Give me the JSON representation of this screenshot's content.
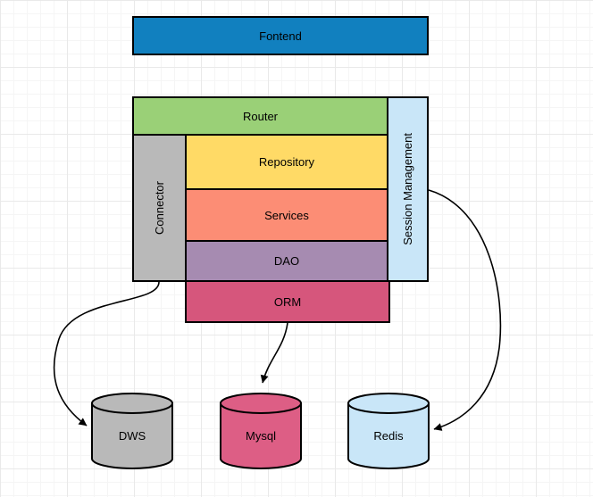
{
  "diagram": {
    "stroke_color": "#000000",
    "nodes": {
      "frontend": {
        "label": "Fontend",
        "color": "#1180bf",
        "shape": "rect"
      },
      "router": {
        "label": "Router",
        "color": "#9ad077",
        "shape": "rect"
      },
      "connector": {
        "label": "Connector",
        "color": "#b9b9b9",
        "shape": "rect-vertical"
      },
      "repository": {
        "label": "Repository",
        "color": "#ffda66",
        "shape": "rect"
      },
      "services": {
        "label": "Services",
        "color": "#fc8d75",
        "shape": "rect"
      },
      "dao": {
        "label": "DAO",
        "color": "#a68bb1",
        "shape": "rect"
      },
      "orm": {
        "label": "ORM",
        "color": "#d6567c",
        "shape": "rect"
      },
      "session_management": {
        "label": "Session Management",
        "color": "#c9e6f8",
        "shape": "rect-vertical"
      },
      "dws": {
        "label": "DWS",
        "color": "#b9b9b9",
        "shape": "cylinder"
      },
      "mysql": {
        "label": "Mysql",
        "color": "#dd5e85",
        "shape": "cylinder"
      },
      "redis": {
        "label": "Redis",
        "color": "#c9e6f8",
        "shape": "cylinder"
      }
    },
    "edges": [
      {
        "from": "connector",
        "to": "dws",
        "style": "curved-arrow"
      },
      {
        "from": "orm",
        "to": "mysql",
        "style": "curved-arrow"
      },
      {
        "from": "session_management",
        "to": "redis",
        "style": "curved-arrow"
      }
    ]
  }
}
